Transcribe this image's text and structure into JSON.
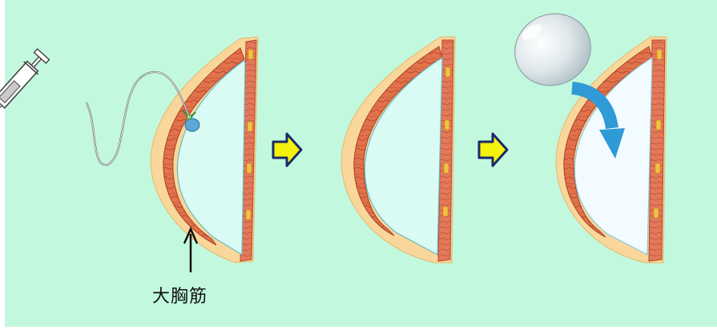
{
  "diagram": {
    "background_color": "#c2f9de",
    "stage_count": 3,
    "muscle_label": "大胸筋",
    "arrow_color": "#f4f10a",
    "arrow_outline_color": "#1b2a6b",
    "tissue_color": "#d9fbf4",
    "implant_space_color": "#f2fbff",
    "skin_color": "#f9d79a",
    "muscle_color": "#e1724a",
    "insertion_arrow_color": "#2f9bd6",
    "icons": [
      "syringe-icon",
      "catheter-tube",
      "valve-icon",
      "implant-icon",
      "next-step-arrow-icon",
      "insertion-arrow-icon",
      "pointer-arrow-icon"
    ]
  }
}
